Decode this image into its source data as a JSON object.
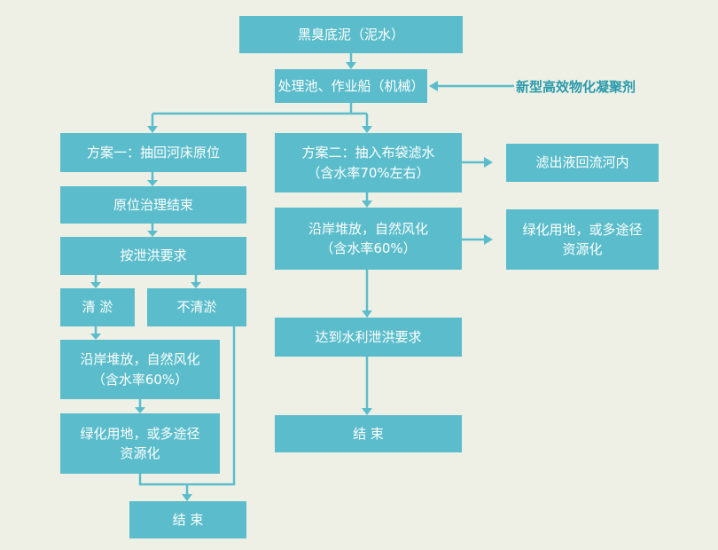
{
  "nodes": {
    "sludge": "黑臭底泥（泥水）",
    "treatment": "处理池、作业船（机械）",
    "plan1": "方案一：抽回河床原位",
    "insitu_end": "原位治理结束",
    "flood_req_left": "按泄洪要求",
    "dredge": "清 淤",
    "no_dredge": "不清淤",
    "pile_left_line1": "沿岸堆放，自然风化",
    "pile_left_line2": "（含水率60%）",
    "green_left_line1": "绿化用地，或多途径",
    "green_left_line2": "资源化",
    "end_left": "结 束",
    "plan2_line1": "方案二：抽入布袋滤水",
    "plan2_line2": "（含水率70%左右）",
    "filtrate": "滤出液回流河内",
    "pile_right_line1": "沿岸堆放，自然风化",
    "pile_right_line2": "（含水率60%）",
    "green_right_line1": "绿化用地，或多途径",
    "green_right_line2": "资源化",
    "flood_req_right": "达到水利泄洪要求",
    "end_right": "结 束"
  },
  "flocculant": "新型高效物化凝聚剂",
  "colors": {
    "box": "#5bbdcc",
    "background": "#eef0e6",
    "label": "#2a9aab"
  }
}
